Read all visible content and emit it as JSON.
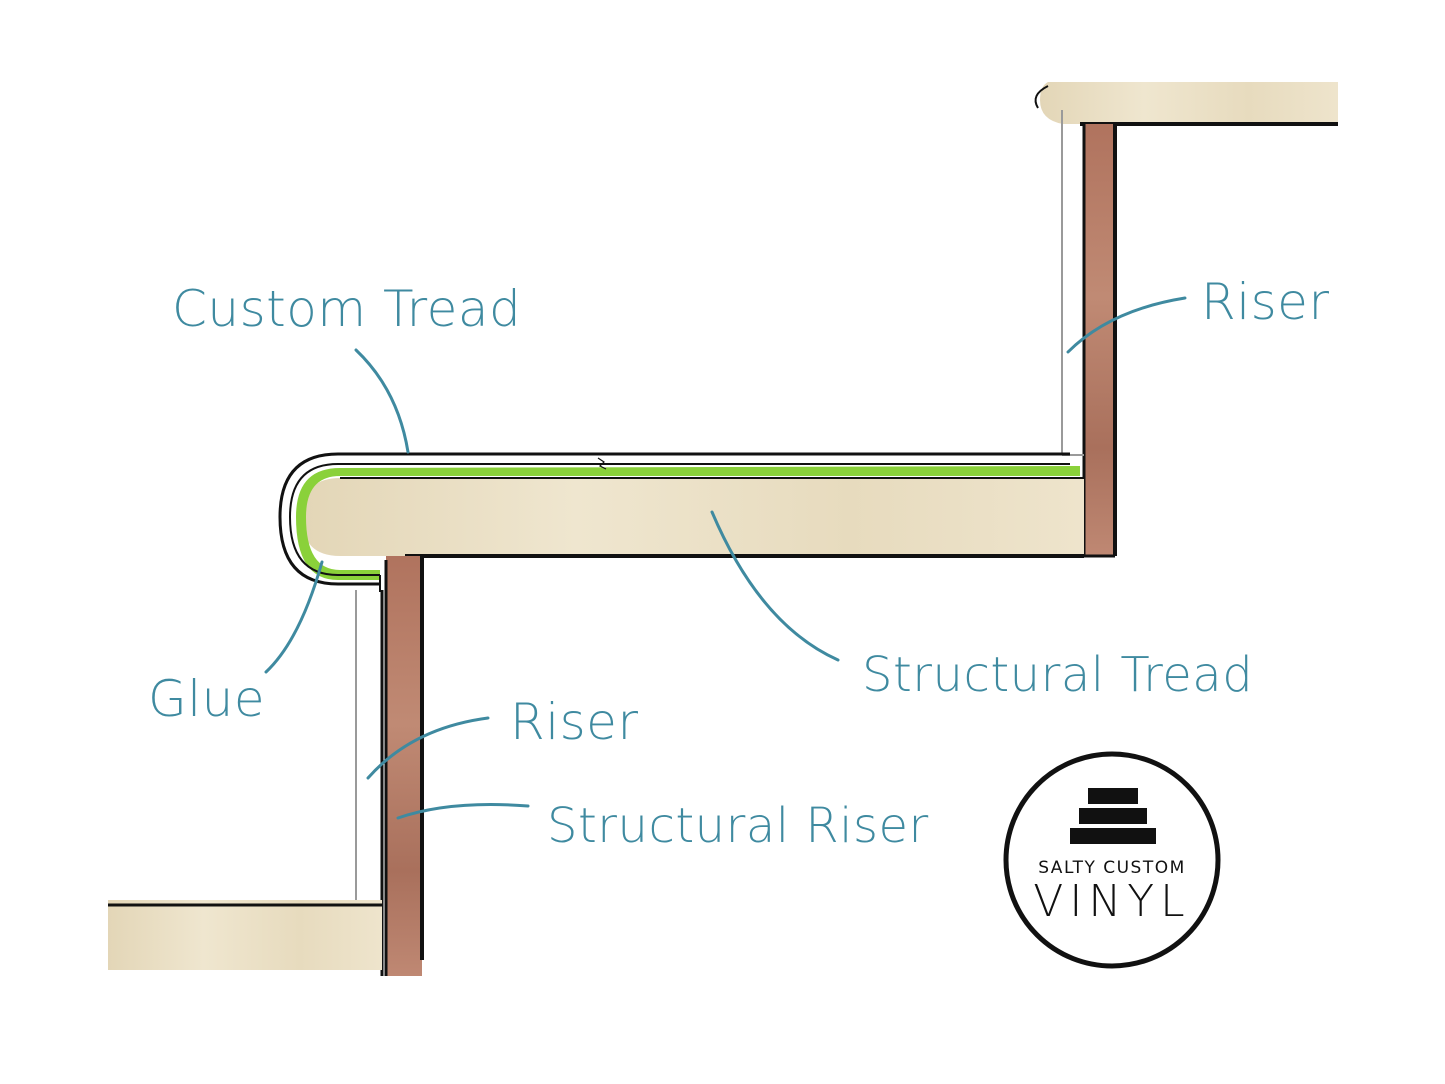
{
  "labels": {
    "custom_tread": "Custom Tread",
    "riser_top": "Riser",
    "structural_tread": "Structural Tread",
    "glue": "Glue",
    "riser_bottom": "Riser",
    "structural_riser": "Structural Riser"
  },
  "logo": {
    "line1": "SALTY CUSTOM",
    "line2": "VINYL"
  },
  "colors": {
    "label_text": "#3f8aa0",
    "leader_line": "#3f8aa0",
    "tread_wood": "#eadfc5",
    "riser_wood": "#b57a66",
    "glue": "#8ad13a",
    "outline": "#111111"
  }
}
